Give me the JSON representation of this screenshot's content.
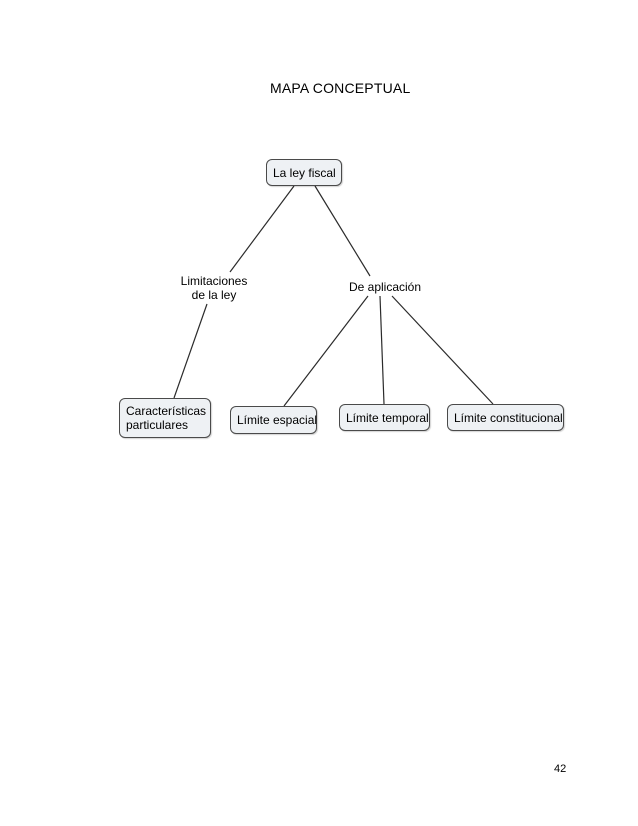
{
  "page": {
    "title": "MAPA CONCEPTUAL",
    "page_number": "42"
  },
  "concept_map": {
    "root": "La ley fiscal",
    "link_left": "Limitaciones\nde la ley",
    "link_right": "De aplicación",
    "leaf_particulares": "Características\nparticulares",
    "leaf_espacial": "Límite espacial",
    "leaf_temporal": "Límite temporal",
    "leaf_constitucional": "Límite constitucional",
    "colors": {
      "node_fill": "#eef1f4",
      "node_border": "#4a4a4a",
      "line": "#2b2b2b"
    }
  }
}
